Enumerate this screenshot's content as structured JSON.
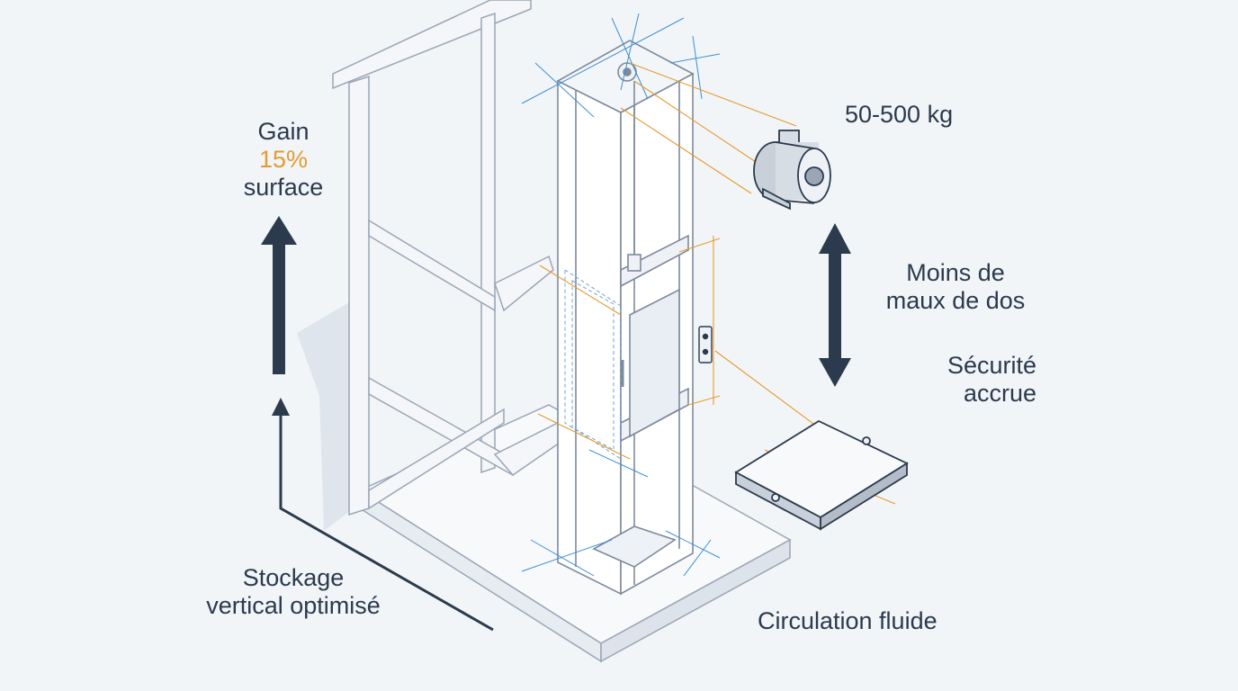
{
  "colors": {
    "background": "#f2f5f8",
    "line": "#8a97a8",
    "text": "#2b3a4c",
    "arrow": "#2b3a4c",
    "accent_orange": "#e69a2e",
    "accent_blue": "#3d8fd6"
  },
  "labels": {
    "gain_line1": "Gain",
    "gain_percent": "15%",
    "gain_line3": "surface",
    "capacity": "50-500 kg",
    "back_line1": "Moins de",
    "back_line2": "maux de dos",
    "safety_line1": "Sécurité",
    "safety_line2": "accrue",
    "storage_line1": "Stockage",
    "storage_line2": "vertical optimisé",
    "circulation": "Circulation fluide"
  },
  "icons": [
    "motor-icon",
    "control-panel-icon",
    "platform-tray-icon",
    "up-arrow-icon",
    "double-arrow-icon"
  ]
}
